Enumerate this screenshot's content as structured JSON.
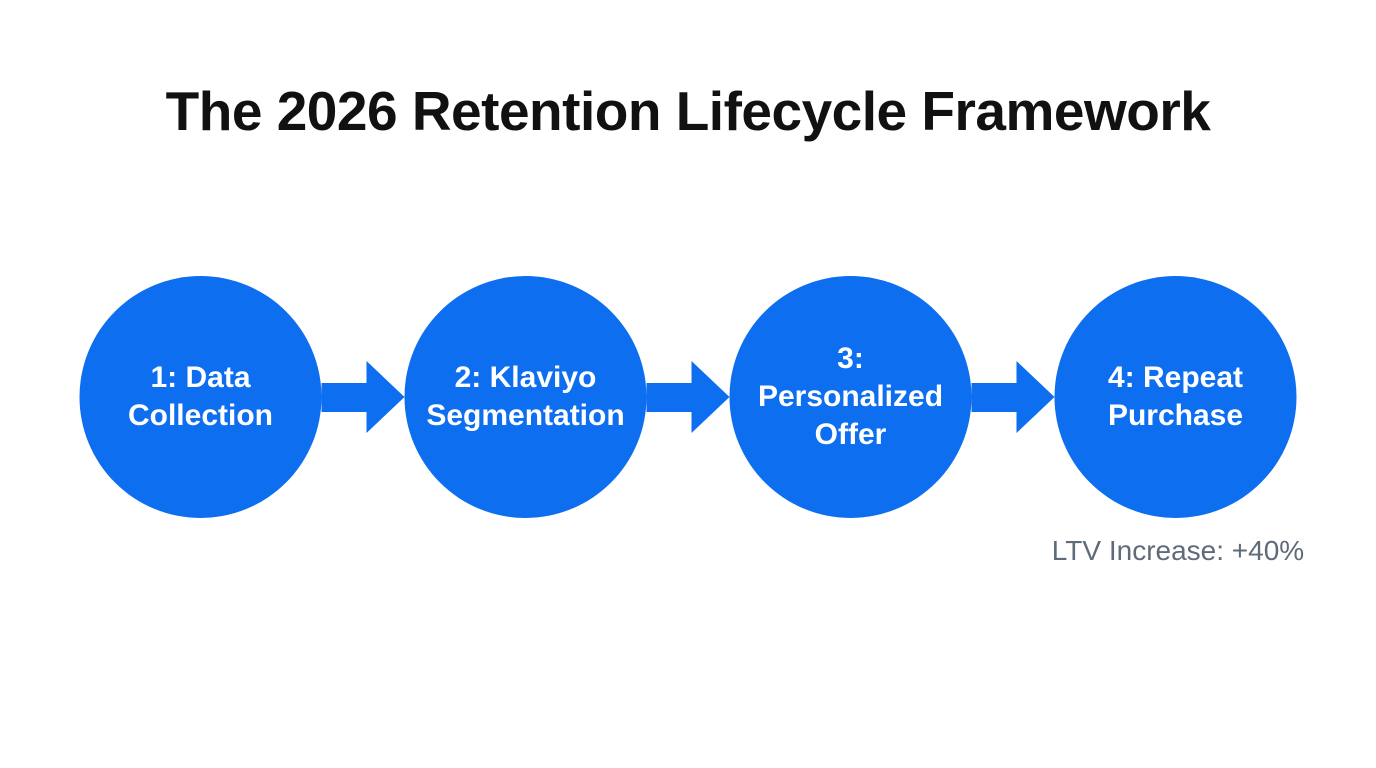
{
  "title": "The 2026 Retention Lifecycle Framework",
  "steps": [
    {
      "label": "1: Data Collection"
    },
    {
      "label": "2: Klaviyo Segmentation"
    },
    {
      "label": "3: Personalized Offer"
    },
    {
      "label": "4: Repeat Purchase"
    }
  ],
  "annotation": {
    "text": "LTV Increase: +40%"
  },
  "colors": {
    "background": "#ffffff",
    "circle-fill": "#0d6ef0",
    "arrow-fill": "#0d6ef0",
    "title-color": "#111111",
    "step-text-color": "#ffffff",
    "annotation-color": "#5f6b79"
  }
}
